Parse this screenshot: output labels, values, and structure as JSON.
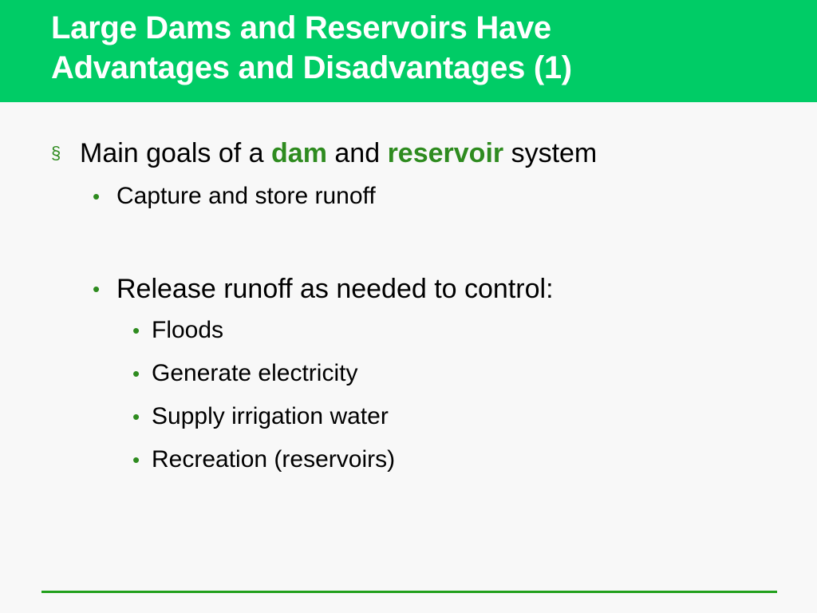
{
  "slide": {
    "title_line1": "Large Dams and Reservoirs Have",
    "title_line2": "Advantages and Disadvantages (1)",
    "bullet_main": {
      "marker": "§",
      "prefix": "Main goals of a ",
      "term1": "dam",
      "middle": " and ",
      "term2": "reservoir",
      "suffix": " system"
    },
    "sub_bullets": [
      {
        "marker": "•",
        "text": "Capture and store runoff"
      },
      {
        "marker": "•",
        "text": "Release runoff as needed to control:"
      }
    ],
    "sub_sub_bullets": [
      {
        "marker": "•",
        "text": "Floods"
      },
      {
        "marker": "•",
        "text": "Generate electricity"
      },
      {
        "marker": "•",
        "text": "Supply irrigation water"
      },
      {
        "marker": "•",
        "text": "Recreation (reservoirs)"
      }
    ],
    "colors": {
      "title_bar": "#00cc66",
      "title_text": "#ffffff",
      "accent_green": "#2e8b1f",
      "footer_line": "#22a01c",
      "background": "#f8f8f8"
    }
  }
}
